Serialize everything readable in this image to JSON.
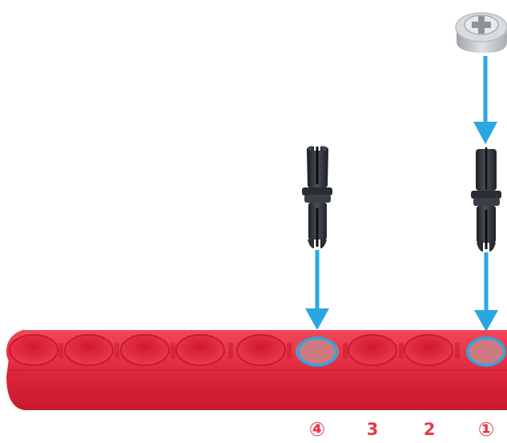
{
  "position_labels": [
    "④",
    "3",
    "2",
    "①"
  ],
  "colors": {
    "beam": "#e92b3e",
    "beam_dark": "#c71a2c",
    "beam_hole": "#d81f33",
    "pin": "#2f3338",
    "bushing": "#c9ccd0",
    "arrow": "#2aa7e3",
    "label": "#e8384a"
  },
  "icons": {
    "beam": "lego-technic-beam-icon",
    "pin": "technic-pin-icon",
    "bushing": "bushing-icon",
    "arrow": "down-arrow-icon"
  }
}
